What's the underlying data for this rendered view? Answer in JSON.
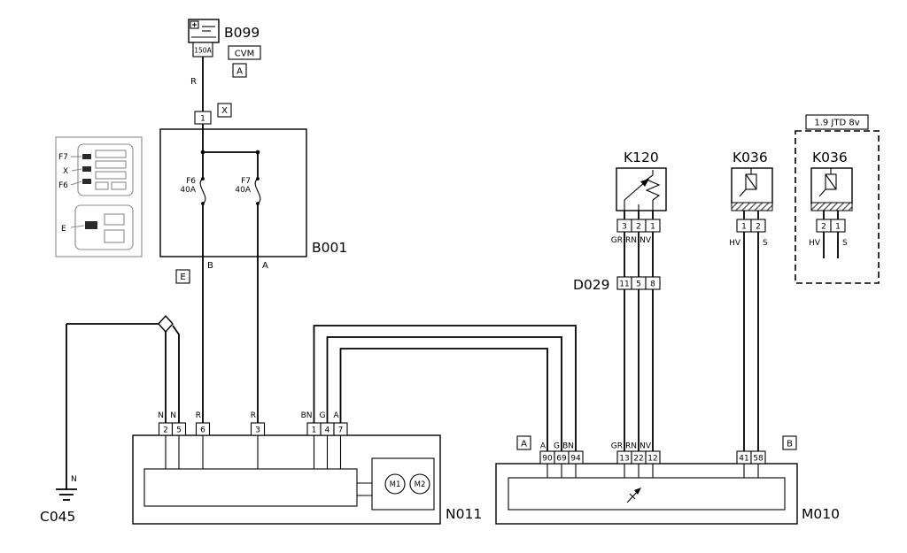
{
  "b099": {
    "label": "B099",
    "fuse_rating": "150A",
    "code": "CVM",
    "connector": "A",
    "wire_color": "R"
  },
  "b001": {
    "label": "B001",
    "connector_x": "X",
    "connector_x_pin": "1",
    "fuse_f6": "F6",
    "fuse_f6_rating": "40A",
    "fuse_f7": "F7",
    "fuse_f7_rating": "40A",
    "pin_b": "B",
    "pin_a": "A",
    "connector_e": "E"
  },
  "fusebox_inset": {
    "f7": "F7",
    "x": "X",
    "f6": "F6",
    "e": "E"
  },
  "c045": {
    "label": "C045",
    "wire_color": "N"
  },
  "n011": {
    "label": "N011",
    "wire_colors": [
      "N",
      "N",
      "R",
      "R",
      "BN",
      "G",
      "A"
    ],
    "pins": [
      "2",
      "5",
      "6",
      "3",
      "1",
      "4",
      "7"
    ],
    "motor_1": "M1",
    "motor_2": "M2"
  },
  "k120": {
    "label": "K120",
    "pins": [
      "3",
      "2",
      "1"
    ],
    "wire_colors": [
      "GR",
      "RN",
      "NV"
    ]
  },
  "d029": {
    "label": "D029",
    "pins": [
      "11",
      "5",
      "8"
    ]
  },
  "k036": {
    "label": "K036",
    "pins": [
      "1",
      "2"
    ],
    "wire_hv": "HV",
    "wire_s": "S"
  },
  "k036_jtd": {
    "label": "K036",
    "variant": "1.9 JTD 8v",
    "pins": [
      "2",
      "1"
    ],
    "wire_hv": "HV",
    "wire_s": "S"
  },
  "m010": {
    "label": "M010",
    "connector_a": "A",
    "conn_a_wire_colors": [
      "A",
      "G",
      "BN"
    ],
    "conn_a_pins": [
      "90",
      "69",
      "94"
    ],
    "conn_c_wire_colors": [
      "GR",
      "RN",
      "NV"
    ],
    "conn_c_pins": [
      "13",
      "22",
      "12"
    ],
    "connector_b": "B",
    "conn_b_pins": [
      "41",
      "58"
    ]
  }
}
